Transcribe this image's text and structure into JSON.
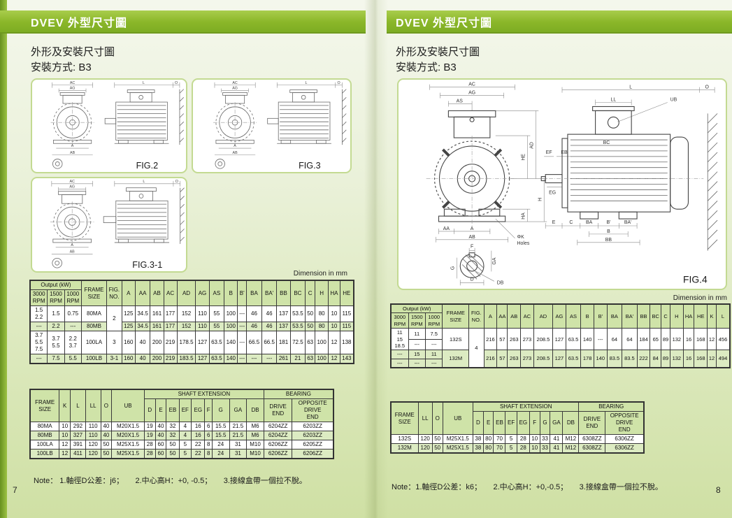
{
  "colors": {
    "header_green": "#8ab629",
    "page_bg_top": "#f4f7ec",
    "page_bg_bottom": "#cfe0a4",
    "table_header_green": "#cfe3a8",
    "shade_row_green": "#dcebc2"
  },
  "left": {
    "header": "DVEV 外型尺寸圖",
    "title1": "外形及安裝尺寸圖",
    "title2": "安裝方式: B3",
    "dim_note": "Dimension in mm",
    "note": "Note： 1.軸徑D公差：j6；　　2.中心高H：+0, -0.5；　　3.接線盒帶一個拉不脫。",
    "page_number": "7",
    "table1": {
      "head": [
        [
          {
            "v": "Output (kW)",
            "cs": 3
          },
          {
            "v": "FRAME\nSIZE",
            "rs": 2
          },
          {
            "v": "FIG.\nNO.",
            "rs": 2
          },
          {
            "v": "A",
            "rs": 2
          },
          {
            "v": "AA",
            "rs": 2
          },
          {
            "v": "AB",
            "rs": 2
          },
          {
            "v": "AC",
            "rs": 2
          },
          {
            "v": "AD",
            "rs": 2
          },
          {
            "v": "AG",
            "rs": 2
          },
          {
            "v": "AS",
            "rs": 2
          },
          {
            "v": "B",
            "rs": 2
          },
          {
            "v": "B'",
            "rs": 2
          },
          {
            "v": "BA",
            "rs": 2
          },
          {
            "v": "BA'",
            "rs": 2
          },
          {
            "v": "BB",
            "rs": 2
          },
          {
            "v": "BC",
            "rs": 2
          },
          {
            "v": "C",
            "rs": 2
          },
          {
            "v": "H",
            "rs": 2
          },
          {
            "v": "HA",
            "rs": 2
          },
          {
            "v": "HE",
            "rs": 2
          }
        ],
        [
          {
            "v": "3000\nRPM"
          },
          {
            "v": "1500\nRPM"
          },
          {
            "v": "1000\nRPM"
          }
        ]
      ],
      "body": [
        {
          "cls": "",
          "cells": [
            "1.5\n2.2",
            "1.5",
            "0.75",
            "80MA",
            {
              "v": "2",
              "rs": 2
            },
            "125",
            "34.5",
            "161",
            "177",
            "152",
            "110",
            "55",
            "100",
            "---",
            "46",
            "46",
            "137",
            "53.5",
            "50",
            "80",
            "10",
            "115"
          ]
        },
        {
          "cls": "shade",
          "cells": [
            "---",
            "2.2",
            "---",
            "80MB",
            "125",
            "34.5",
            "161",
            "177",
            "152",
            "110",
            "55",
            "100",
            "---",
            "46",
            "46",
            "137",
            "53.5",
            "50",
            "80",
            "10",
            "115"
          ]
        },
        {
          "cls": "",
          "cells": [
            "3.7\n5.5\n7.5",
            "3.7\n5.5",
            "2.2\n3.7",
            "100LA",
            "3",
            "160",
            "40",
            "200",
            "219",
            "178.5",
            "127",
            "63.5",
            "140",
            "---",
            "66.5",
            "66.5",
            "181",
            "72.5",
            "63",
            "100",
            "12",
            "138"
          ]
        },
        {
          "cls": "shade",
          "cells": [
            "---",
            "7.5",
            "5.5",
            "100LB",
            "3-1",
            "160",
            "40",
            "200",
            "219",
            "183.5",
            "127",
            "63.5",
            "140",
            "---",
            "---",
            "---",
            "261",
            "21",
            "63",
            "100",
            "12",
            "143"
          ]
        }
      ]
    },
    "table2": {
      "head": [
        [
          {
            "v": "FRAME\nSIZE",
            "rs": 2
          },
          {
            "v": "K",
            "rs": 2
          },
          {
            "v": "L",
            "rs": 2
          },
          {
            "v": "LL",
            "rs": 2
          },
          {
            "v": "O",
            "rs": 2
          },
          {
            "v": "UB",
            "rs": 2
          },
          {
            "v": "SHAFT  EXTENSION",
            "cs": 9
          },
          {
            "v": "BEARING",
            "cs": 2
          }
        ],
        [
          {
            "v": "D"
          },
          {
            "v": "E"
          },
          {
            "v": "EB"
          },
          {
            "v": "EF"
          },
          {
            "v": "EG"
          },
          {
            "v": "F"
          },
          {
            "v": "G"
          },
          {
            "v": "GA"
          },
          {
            "v": "DB"
          },
          {
            "v": "DRIVE\nEND"
          },
          {
            "v": "OPPOSITE\nDRIVE\nEND"
          }
        ]
      ],
      "body": [
        {
          "cls": "",
          "cells": [
            "80MA",
            "10",
            "292",
            "110",
            "40",
            "M20X1.5",
            "19",
            "40",
            "32",
            "4",
            "16",
            "6",
            "15.5",
            "21.5",
            "M6",
            "6204ZZ",
            "6203ZZ"
          ]
        },
        {
          "cls": "shade",
          "cells": [
            "80MB",
            "10",
            "327",
            "110",
            "40",
            "M20X1.5",
            "19",
            "40",
            "32",
            "4",
            "16",
            "6",
            "15.5",
            "21.5",
            "M6",
            "6204ZZ",
            "6203ZZ"
          ]
        },
        {
          "cls": "",
          "cells": [
            "100LA",
            "12",
            "391",
            "120",
            "50",
            "M25X1.5",
            "28",
            "60",
            "50",
            "5",
            "22",
            "8",
            "24",
            "31",
            "M10",
            "6206ZZ",
            "6205ZZ"
          ]
        },
        {
          "cls": "shade",
          "cells": [
            "100LB",
            "12",
            "411",
            "120",
            "50",
            "M25X1.5",
            "28",
            "60",
            "50",
            "5",
            "22",
            "8",
            "24",
            "31",
            "M10",
            "6206ZZ",
            "6206ZZ"
          ]
        }
      ]
    }
  },
  "right": {
    "header": "DVEV 外型尺寸圖",
    "title1": "外形及安裝尺寸圖",
    "title2": "安裝方式: B3",
    "dim_note": "Dimension in mm",
    "note": "Note：1.軸徑D公差：k6；　　2.中心高H：+0,-0.5；　　3.接線盒帶一個拉不脫。",
    "page_number": "8",
    "table1": {
      "head": [
        [
          {
            "v": "Output (kW)",
            "cs": 3
          },
          {
            "v": "FRAME\nSIZE",
            "rs": 2
          },
          {
            "v": "FIG.\nNO.",
            "rs": 2
          },
          {
            "v": "A",
            "rs": 2
          },
          {
            "v": "AA",
            "rs": 2
          },
          {
            "v": "AB",
            "rs": 2
          },
          {
            "v": "AC",
            "rs": 2
          },
          {
            "v": "AD",
            "rs": 2
          },
          {
            "v": "AG",
            "rs": 2
          },
          {
            "v": "AS",
            "rs": 2
          },
          {
            "v": "B",
            "rs": 2
          },
          {
            "v": "B'",
            "rs": 2
          },
          {
            "v": "BA",
            "rs": 2
          },
          {
            "v": "BA'",
            "rs": 2
          },
          {
            "v": "BB",
            "rs": 2
          },
          {
            "v": "BC",
            "rs": 2
          },
          {
            "v": "C",
            "rs": 2
          },
          {
            "v": "H",
            "rs": 2
          },
          {
            "v": "HA",
            "rs": 2
          },
          {
            "v": "HE",
            "rs": 2
          },
          {
            "v": "K",
            "rs": 2
          },
          {
            "v": "L",
            "rs": 2
          }
        ],
        [
          {
            "v": "3000\nRPM"
          },
          {
            "v": "1500\nRPM"
          },
          {
            "v": "1000\nRPM"
          }
        ]
      ],
      "body": [
        {
          "cls": "",
          "cells": [
            {
              "v": "11\n15\n18.5",
              "rs": 2
            },
            "11",
            "7.5",
            {
              "v": "132S",
              "rs": 2
            },
            {
              "v": "4",
              "rs": 4
            },
            {
              "v": "216",
              "rs": 2
            },
            {
              "v": "57",
              "rs": 2
            },
            {
              "v": "263",
              "rs": 2
            },
            {
              "v": "273",
              "rs": 2
            },
            {
              "v": "208.5",
              "rs": 2
            },
            {
              "v": "127",
              "rs": 2
            },
            {
              "v": "63.5",
              "rs": 2
            },
            {
              "v": "140",
              "rs": 2
            },
            {
              "v": "---",
              "rs": 2
            },
            {
              "v": "64",
              "rs": 2
            },
            {
              "v": "64",
              "rs": 2
            },
            {
              "v": "184",
              "rs": 2
            },
            {
              "v": "65",
              "rs": 2
            },
            {
              "v": "89",
              "rs": 2
            },
            {
              "v": "132",
              "rs": 2
            },
            {
              "v": "16",
              "rs": 2
            },
            {
              "v": "168",
              "rs": 2
            },
            {
              "v": "12",
              "rs": 2
            },
            {
              "v": "456",
              "rs": 2
            }
          ]
        },
        {
          "cls": "",
          "cells": [
            "---",
            "---"
          ]
        },
        {
          "cls": "shade",
          "cells": [
            "---",
            "15",
            "11",
            {
              "v": "132M",
              "rs": 2
            },
            {
              "v": "216",
              "rs": 2
            },
            {
              "v": "57",
              "rs": 2
            },
            {
              "v": "263",
              "rs": 2
            },
            {
              "v": "273",
              "rs": 2
            },
            {
              "v": "208.5",
              "rs": 2
            },
            {
              "v": "127",
              "rs": 2
            },
            {
              "v": "63.5",
              "rs": 2
            },
            {
              "v": "178",
              "rs": 2
            },
            {
              "v": "140",
              "rs": 2
            },
            {
              "v": "83.5",
              "rs": 2
            },
            {
              "v": "83.5",
              "rs": 2
            },
            {
              "v": "222",
              "rs": 2
            },
            {
              "v": "84",
              "rs": 2
            },
            {
              "v": "89",
              "rs": 2
            },
            {
              "v": "132",
              "rs": 2
            },
            {
              "v": "16",
              "rs": 2
            },
            {
              "v": "168",
              "rs": 2
            },
            {
              "v": "12",
              "rs": 2
            },
            {
              "v": "494",
              "rs": 2
            }
          ]
        },
        {
          "cls": "shade",
          "cells": [
            "---",
            "---",
            "---"
          ]
        }
      ]
    },
    "table2": {
      "head": [
        [
          {
            "v": "FRAME\nSIZE",
            "rs": 2
          },
          {
            "v": "LL",
            "rs": 2
          },
          {
            "v": "O",
            "rs": 2
          },
          {
            "v": "UB",
            "rs": 2
          },
          {
            "v": "SHAFT  EXTENSION",
            "cs": 9
          },
          {
            "v": "BEARING",
            "cs": 2
          }
        ],
        [
          {
            "v": "D"
          },
          {
            "v": "E"
          },
          {
            "v": "EB"
          },
          {
            "v": "EF"
          },
          {
            "v": "EG"
          },
          {
            "v": "F"
          },
          {
            "v": "G"
          },
          {
            "v": "GA"
          },
          {
            "v": "DB"
          },
          {
            "v": "DRIVE\nEND"
          },
          {
            "v": "OPPOSITE\nDRIVE\nEND"
          }
        ]
      ],
      "body": [
        {
          "cls": "",
          "cells": [
            "132S",
            "120",
            "50",
            "M25X1.5",
            "38",
            "80",
            "70",
            "5",
            "28",
            "10",
            "33",
            "41",
            "M12",
            "6308ZZ",
            "6306ZZ"
          ]
        },
        {
          "cls": "shade",
          "cells": [
            "132M",
            "120",
            "50",
            "M25X1.5",
            "38",
            "80",
            "70",
            "5",
            "28",
            "10",
            "33",
            "41",
            "M12",
            "6308ZZ",
            "6306ZZ"
          ]
        }
      ]
    }
  },
  "figures": {
    "fig2": {
      "caption": "FIG.2",
      "dims": {
        "ac": "AC",
        "ag": "AG",
        "a": "A",
        "ab": "AB",
        "l": "L",
        "o": "O"
      }
    },
    "fig3": {
      "caption": "FIG.3",
      "dims": {
        "ac": "AC",
        "ag": "AG",
        "a": "A",
        "ab": "AB",
        "l": "L",
        "o": "O"
      }
    },
    "fig31": {
      "caption": "FIG.3-1",
      "dims": {
        "ac": "AC",
        "ag": "AG",
        "a": "A",
        "ab": "AB",
        "l": "L",
        "o": "O"
      }
    },
    "fig4": {
      "caption": "FIG.4",
      "front": {
        "ac": "AC",
        "ag": "AG",
        "as": "AS",
        "he": "HE",
        "ad": "AD",
        "h": "H",
        "ha": "HA",
        "aa": "AA",
        "a": "A",
        "ab": "AB",
        "phik": "ΦK",
        "holes": "Holes"
      },
      "shaft": {
        "f": "F",
        "ga": "GA",
        "g": "G",
        "d": "D",
        "db": "DB"
      },
      "side": {
        "l": "L",
        "o": "O",
        "ll": "LL",
        "ub": "UB",
        "bc": "BC",
        "ef": "EF",
        "eb": "EB",
        "eg": "EG",
        "e": "E",
        "c": "C",
        "ba": "BA",
        "bp": "B'",
        "bap": "BA'",
        "b": "B",
        "bb": "BB"
      }
    }
  }
}
